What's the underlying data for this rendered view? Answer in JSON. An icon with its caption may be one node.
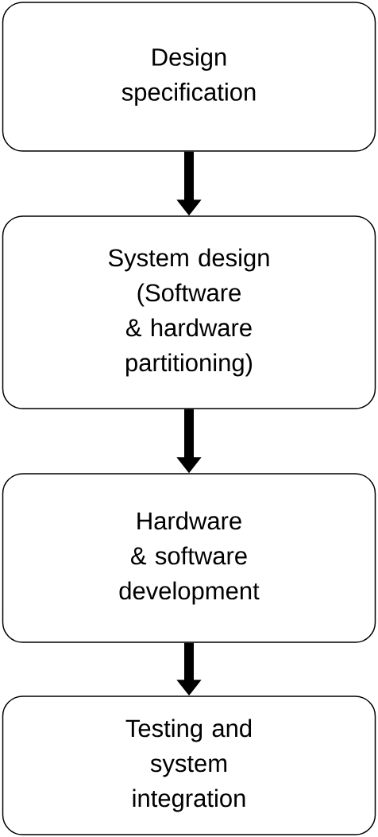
{
  "diagram": {
    "nodes": [
      {
        "text": [
          "Design specification"
        ]
      },
      {
        "text": [
          "System design (Software & hardware partitioning)"
        ]
      },
      {
        "text": [
          "Hardware & software development"
        ]
      },
      {
        "text": [
          "Testing and system integration"
        ]
      }
    ],
    "edges": [
      {
        "from": 0,
        "to": 1,
        "arrow": "to"
      },
      {
        "from": 1,
        "to": 2,
        "arrow": "to"
      },
      {
        "from": 2,
        "to": 3,
        "arrow": "to"
      }
    ]
  }
}
